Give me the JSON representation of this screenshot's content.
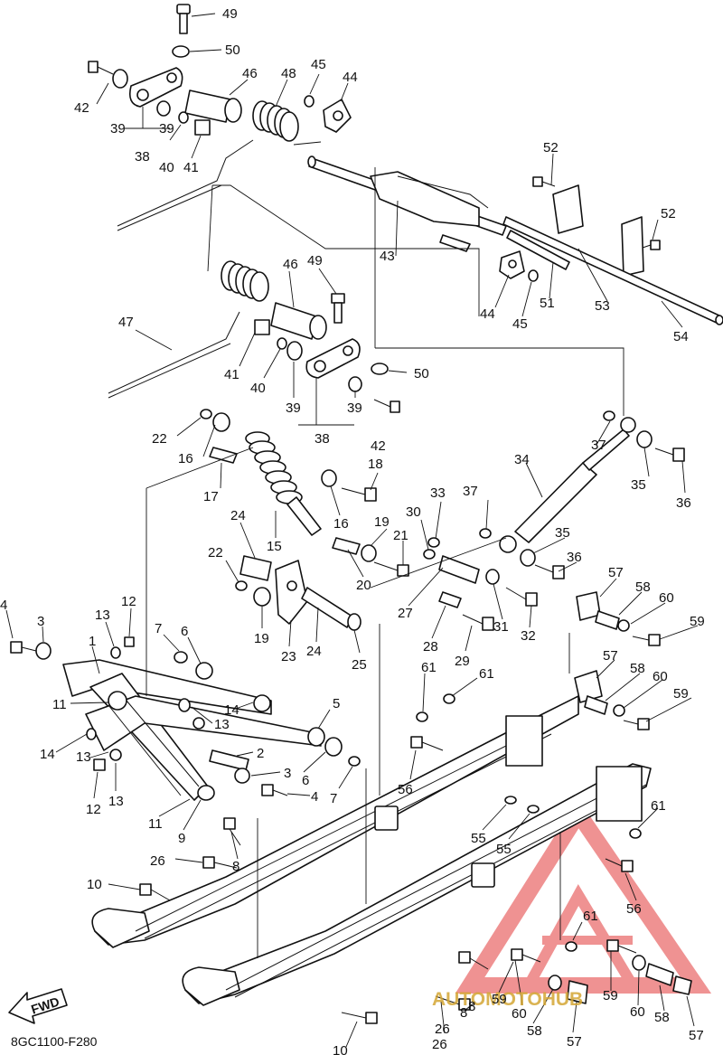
{
  "drawing_code": "8GC1100-F280",
  "fwd_label": "FWD",
  "watermark": {
    "text": "AUTOMOTOHUB",
    "color_primary": "#e23a3a",
    "color_secondary": "#d4a634"
  },
  "callouts": [
    {
      "n": "49"
    },
    {
      "n": "50"
    },
    {
      "n": "42"
    },
    {
      "n": "46"
    },
    {
      "n": "48"
    },
    {
      "n": "45"
    },
    {
      "n": "44"
    },
    {
      "n": "39"
    },
    {
      "n": "39"
    },
    {
      "n": "38"
    },
    {
      "n": "40"
    },
    {
      "n": "41"
    },
    {
      "n": "52"
    },
    {
      "n": "52"
    },
    {
      "n": "43"
    },
    {
      "n": "51"
    },
    {
      "n": "44"
    },
    {
      "n": "45"
    },
    {
      "n": "53"
    },
    {
      "n": "54"
    },
    {
      "n": "46"
    },
    {
      "n": "49"
    },
    {
      "n": "47"
    },
    {
      "n": "41"
    },
    {
      "n": "40"
    },
    {
      "n": "50"
    },
    {
      "n": "39"
    },
    {
      "n": "39"
    },
    {
      "n": "38"
    },
    {
      "n": "42"
    },
    {
      "n": "22"
    },
    {
      "n": "16"
    },
    {
      "n": "17"
    },
    {
      "n": "18"
    },
    {
      "n": "16"
    },
    {
      "n": "37"
    },
    {
      "n": "35"
    },
    {
      "n": "36"
    },
    {
      "n": "34"
    },
    {
      "n": "33"
    },
    {
      "n": "37"
    },
    {
      "n": "30"
    },
    {
      "n": "19"
    },
    {
      "n": "21"
    },
    {
      "n": "24"
    },
    {
      "n": "15"
    },
    {
      "n": "22"
    },
    {
      "n": "20"
    },
    {
      "n": "35"
    },
    {
      "n": "36"
    },
    {
      "n": "57"
    },
    {
      "n": "58"
    },
    {
      "n": "60"
    },
    {
      "n": "59"
    },
    {
      "n": "27"
    },
    {
      "n": "31"
    },
    {
      "n": "32"
    },
    {
      "n": "19"
    },
    {
      "n": "23"
    },
    {
      "n": "24"
    },
    {
      "n": "25"
    },
    {
      "n": "28"
    },
    {
      "n": "29"
    },
    {
      "n": "4"
    },
    {
      "n": "3"
    },
    {
      "n": "13"
    },
    {
      "n": "12"
    },
    {
      "n": "7"
    },
    {
      "n": "6"
    },
    {
      "n": "1"
    },
    {
      "n": "61"
    },
    {
      "n": "61"
    },
    {
      "n": "57"
    },
    {
      "n": "58"
    },
    {
      "n": "60"
    },
    {
      "n": "59"
    },
    {
      "n": "11"
    },
    {
      "n": "14"
    },
    {
      "n": "13"
    },
    {
      "n": "5"
    },
    {
      "n": "14"
    },
    {
      "n": "13"
    },
    {
      "n": "2"
    },
    {
      "n": "3"
    },
    {
      "n": "6"
    },
    {
      "n": "4"
    },
    {
      "n": "7"
    },
    {
      "n": "12"
    },
    {
      "n": "13"
    },
    {
      "n": "56"
    },
    {
      "n": "11"
    },
    {
      "n": "9"
    },
    {
      "n": "55"
    },
    {
      "n": "55"
    },
    {
      "n": "61"
    },
    {
      "n": "26"
    },
    {
      "n": "8"
    },
    {
      "n": "56"
    },
    {
      "n": "10"
    },
    {
      "n": "8"
    },
    {
      "n": "61"
    },
    {
      "n": "59"
    },
    {
      "n": "59"
    },
    {
      "n": "57"
    },
    {
      "n": "26"
    },
    {
      "n": "8"
    },
    {
      "n": "60"
    },
    {
      "n": "58"
    },
    {
      "n": "57"
    },
    {
      "n": "60"
    },
    {
      "n": "58"
    },
    {
      "n": "10"
    },
    {
      "n": "26"
    }
  ]
}
